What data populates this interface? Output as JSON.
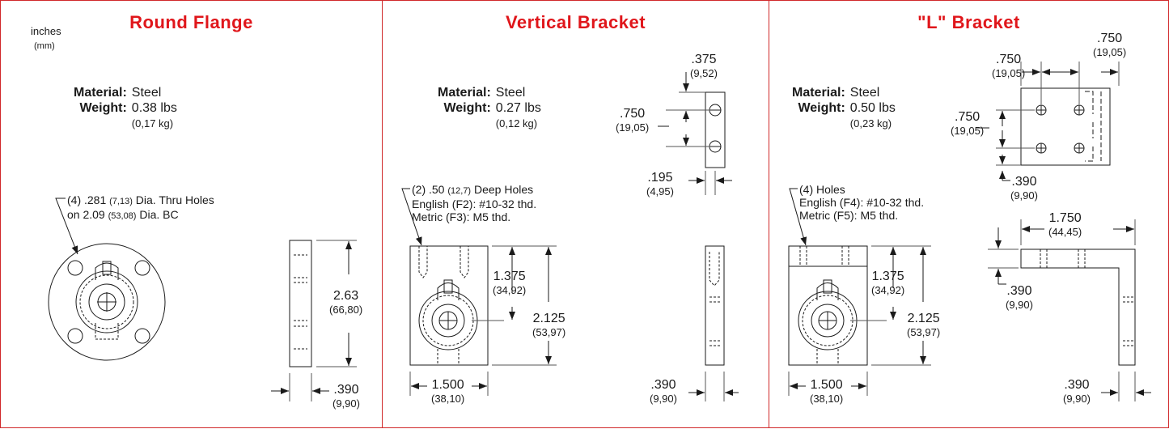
{
  "units": {
    "primary": "inches",
    "secondary": "(mm)"
  },
  "panels": [
    {
      "title": "Round Flange",
      "material_label": "Material:",
      "material": "Steel",
      "weight_label": "Weight:",
      "weight": "0.38 lbs",
      "weight_metric": "(0,17 kg)",
      "note": {
        "line1_prefix": "(4) .281 ",
        "line1_metric": "(7,13)",
        "line1_suffix": " Dia. Thru Holes",
        "line2_prefix": "on 2.09 ",
        "line2_metric": "(53,08)",
        "line2_suffix": " Dia. BC"
      },
      "dims": {
        "height": {
          "in": "2.63",
          "mm": "(66,80)"
        },
        "thickness": {
          "in": ".390",
          "mm": "(9,90)"
        }
      }
    },
    {
      "title": "Vertical Bracket",
      "material_label": "Material:",
      "material": "Steel",
      "weight_label": "Weight:",
      "weight": "0.27 lbs",
      "weight_metric": "(0,12 kg)",
      "note": {
        "line1_prefix": "(2) .50 ",
        "line1_metric": "(12,7)",
        "line1_suffix": " Deep Holes",
        "line2": "English (F2):  #10-32 thd.",
        "line3": "Metric (F3):  M5 thd."
      },
      "dims": {
        "top_offset": {
          "in": ".375",
          "mm": "(9,52)"
        },
        "hole_spacing": {
          "in": ".750",
          "mm": "(19,05)"
        },
        "side_offset": {
          "in": ".195",
          "mm": "(4,95)"
        },
        "center_height": {
          "in": "1.375",
          "mm": "(34,92)"
        },
        "total_height": {
          "in": "2.125",
          "mm": "(53,97)"
        },
        "width": {
          "in": "1.500",
          "mm": "(38,10)"
        },
        "thickness": {
          "in": ".390",
          "mm": "(9,90)"
        }
      }
    },
    {
      "title": "\"L\" Bracket",
      "material_label": "Material:",
      "material": "Steel",
      "weight_label": "Weight:",
      "weight": "0.50 lbs",
      "weight_metric": "(0,23 kg)",
      "note": {
        "line1": "(4) Holes",
        "line2": "English (F4):  #10-32 thd.",
        "line3": "Metric (F5):  M5 thd."
      },
      "dims": {
        "hole_pitch_x": {
          "in": ".750",
          "mm": "(19,05)"
        },
        "hole_pitch_x2": {
          "in": ".750",
          "mm": "(19,05)"
        },
        "hole_pitch_y": {
          "in": ".750",
          "mm": "(19,05)"
        },
        "edge_offset": {
          "in": ".390",
          "mm": "(9,90)"
        },
        "leg_length": {
          "in": "1.750",
          "mm": "(44,45)"
        },
        "leg_thickness": {
          "in": ".390",
          "mm": "(9,90)"
        },
        "center_height": {
          "in": "1.375",
          "mm": "(34,92)"
        },
        "total_height": {
          "in": "2.125",
          "mm": "(53,97)"
        },
        "width": {
          "in": "1.500",
          "mm": "(38,10)"
        },
        "thickness": {
          "in": ".390",
          "mm": "(9,90)"
        }
      }
    }
  ]
}
